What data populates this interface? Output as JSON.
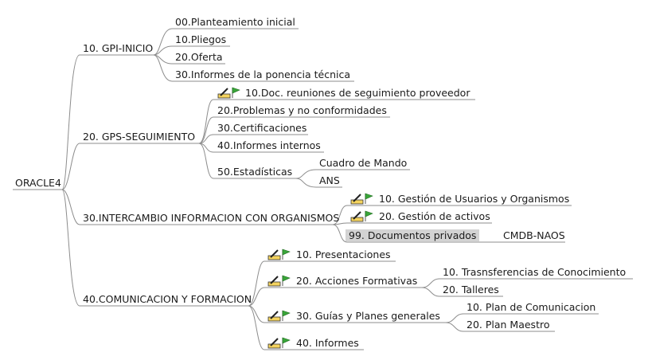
{
  "root": "ORACLE4",
  "branches": {
    "gpi": {
      "label": "10. GPI-INICIO",
      "items": [
        "00.Planteamiento inicial",
        "10.Pliegos",
        "20.Oferta",
        "30.Informes de la ponencia técnica"
      ]
    },
    "gps": {
      "label": "20. GPS-SEGUIMIENTO",
      "items": [
        "10.Doc. reuniones de seguimiento proveedor",
        "20.Problemas y no conformidades",
        "30.Certificaciones",
        "40.Informes internos",
        "50.Estadísticas"
      ],
      "stats_children": [
        "Cuadro de Mando",
        "ANS"
      ]
    },
    "intercambio": {
      "label": "30.INTERCAMBIO INFORMACION CON ORGANISMOS",
      "items": [
        "10. Gestión de Usuarios y Organismos",
        "20. Gestión de activos",
        "99. Documentos privados"
      ],
      "private_child": "CMDB-NAOS"
    },
    "comunicacion": {
      "label": "40.COMUNICACION Y FORMACION",
      "items": [
        "10. Presentaciones",
        "20. Acciones Formativas",
        "30. Guías y Planes generales",
        "40. Informes"
      ],
      "acciones_children": [
        "10. Trasnsferencias de Conocimiento",
        "20. Talleres"
      ],
      "guias_children": [
        "10. Plan de Comunicacion",
        "20. Plan Maestro"
      ]
    }
  },
  "icon": "edit-pencil-and-flag-icon",
  "colors": {
    "line": "#8c8c8c",
    "selected": "#d3d3d3",
    "flag": "#3aa53a"
  }
}
